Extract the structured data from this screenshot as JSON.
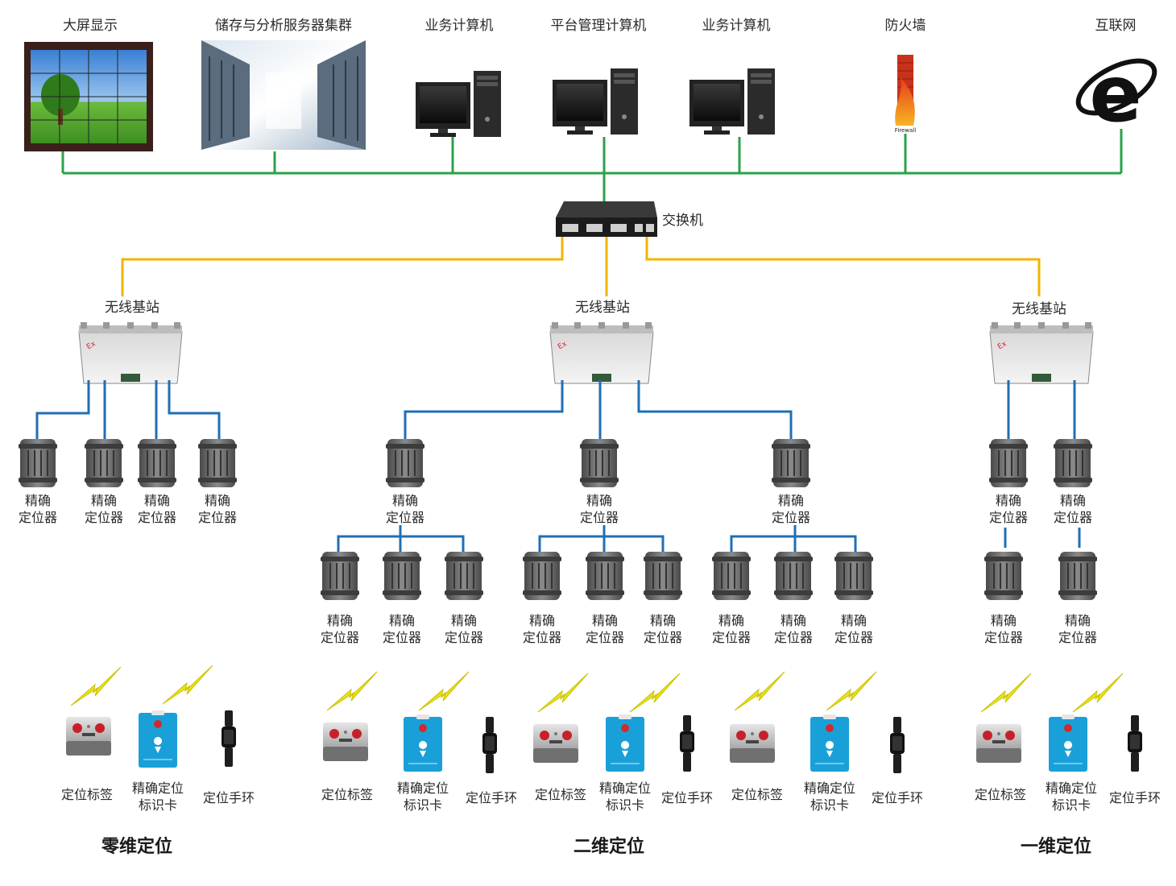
{
  "top_devices": [
    {
      "id": "bigscreen",
      "label": "大屏显示",
      "icon": "video-wall-icon"
    },
    {
      "id": "servers",
      "label": "储存与分析服务器集群",
      "icon": "server-cluster-icon"
    },
    {
      "id": "pc1",
      "label": "业务计算机",
      "icon": "desktop-computer-icon"
    },
    {
      "id": "pc_admin",
      "label": "平台管理计算机",
      "icon": "desktop-computer-icon"
    },
    {
      "id": "pc2",
      "label": "业务计算机",
      "icon": "desktop-computer-icon"
    },
    {
      "id": "firewall",
      "label": "防火墙",
      "icon": "firewall-icon",
      "icon_text": "Firewall"
    },
    {
      "id": "internet",
      "label": "互联网",
      "icon": "internet-explorer-icon"
    }
  ],
  "switch": {
    "label": "交换机",
    "icon": "network-switch-icon"
  },
  "base_stations": [
    {
      "label": "无线基站",
      "icon": "wireless-base-station-icon"
    },
    {
      "label": "无线基站",
      "icon": "wireless-base-station-icon"
    },
    {
      "label": "无线基站",
      "icon": "wireless-base-station-icon"
    }
  ],
  "locator": {
    "line1": "精确",
    "line2": "定位器",
    "icon": "locator-icon"
  },
  "tags": {
    "tag": "定位标签",
    "card_line1": "精确定位",
    "card_line2": "标识卡",
    "band": "定位手环"
  },
  "sections": {
    "zero": "零维定位",
    "two": "二维定位",
    "one": "一维定位"
  },
  "colors": {
    "network_line": "#2aa24a",
    "uplink_line": "#f0b400",
    "field_line": "#1f6fb4",
    "lightning": "#e8e21a",
    "card": "#1aa0d8"
  }
}
